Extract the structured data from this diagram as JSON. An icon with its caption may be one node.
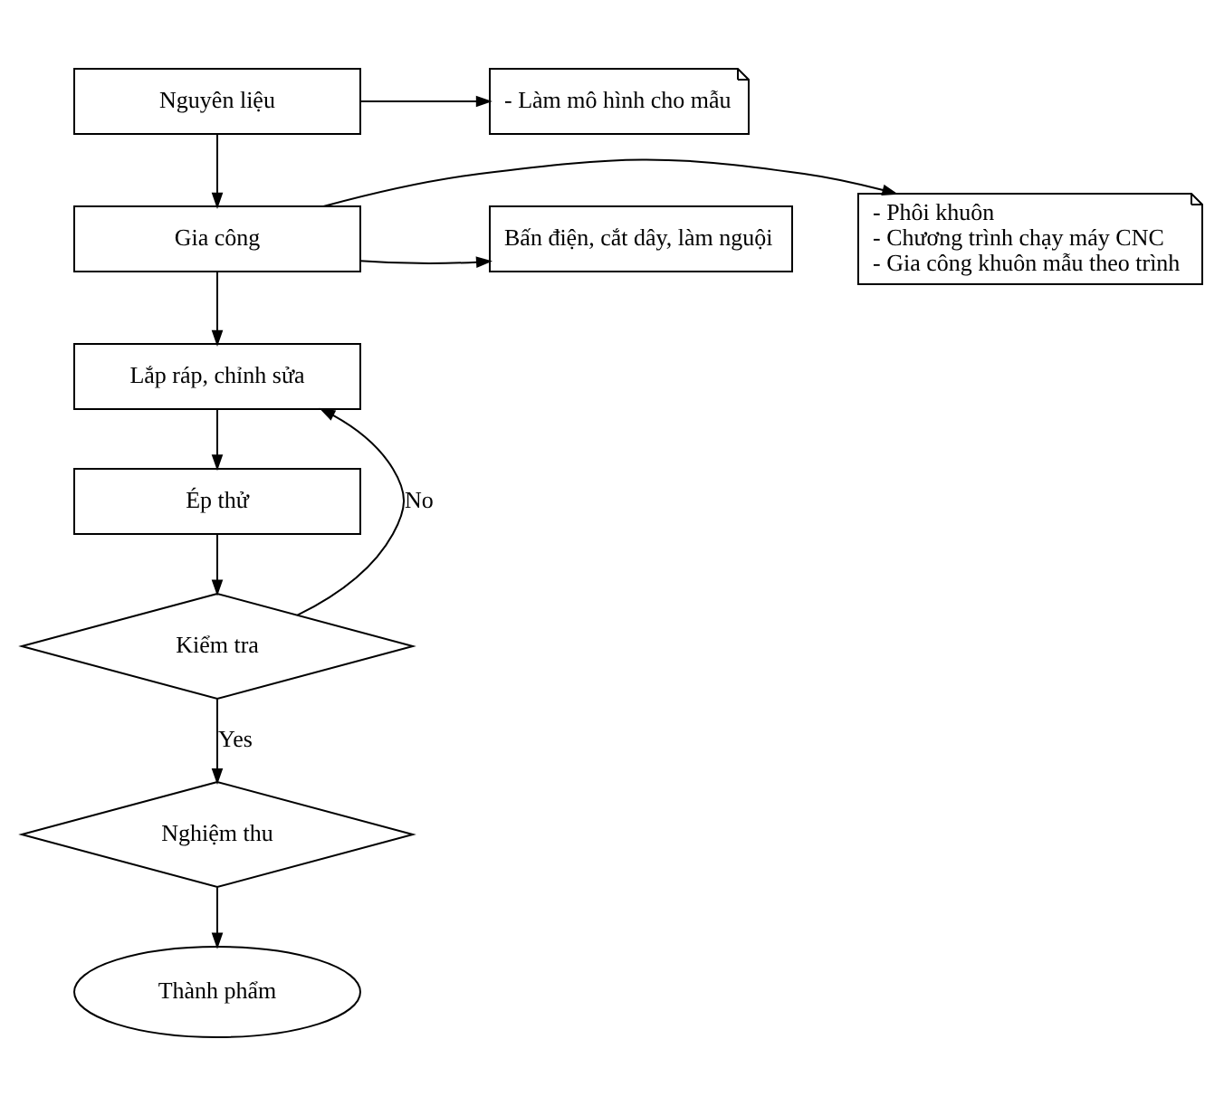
{
  "diagram": {
    "nodes": [
      {
        "text": [
          "Nguyên liệu"
        ]
      },
      {
        "text": [
          "- Làm mô hình cho mẫu"
        ]
      },
      {
        "text": [
          "Gia công"
        ]
      },
      {
        "text": [
          "- Phôi khuôn",
          "- Chương trình chạy máy CNC",
          "- Gia công khuôn mẫu theo trình"
        ]
      },
      {
        "text": [
          "Bấn điện, cắt dây, làm nguội"
        ]
      },
      {
        "text": [
          "Lắp ráp, chỉnh sửa"
        ]
      },
      {
        "text": [
          "Ép thử"
        ]
      },
      {
        "text": [
          "Kiểm tra"
        ]
      },
      {
        "text": [
          "Nghiệm thu"
        ]
      },
      {
        "text": [
          "Thành phẩm"
        ]
      }
    ],
    "edges": [
      {
        "from": 0,
        "to": 1,
        "arrow": "to"
      },
      {
        "from": 0,
        "to": 2,
        "arrow": "to"
      },
      {
        "from": 2,
        "to": 3,
        "arrow": "to"
      },
      {
        "from": 2,
        "to": 4,
        "arrow": "to"
      },
      {
        "from": 2,
        "to": 5,
        "arrow": "to"
      },
      {
        "from": 5,
        "to": 6,
        "arrow": "to"
      },
      {
        "from": 6,
        "to": 7,
        "arrow": "to"
      },
      {
        "from": 7,
        "to": 8,
        "arrow": "to",
        "label": "Yes"
      },
      {
        "from": 8,
        "to": 9,
        "arrow": "to"
      },
      {
        "from": 7,
        "to": 5,
        "arrow": "to",
        "label": "No"
      }
    ]
  }
}
